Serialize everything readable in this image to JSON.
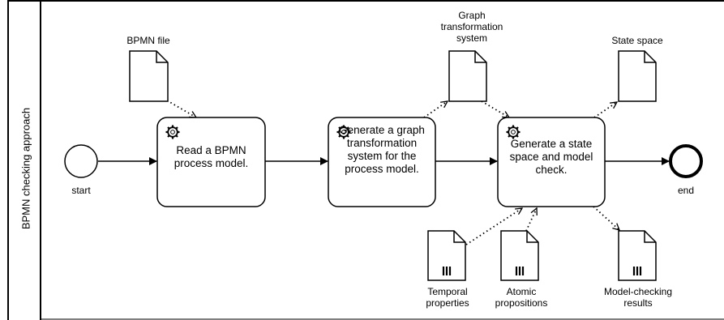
{
  "pool": {
    "title": "BPMN checking approach"
  },
  "events": {
    "start": "start",
    "end": "end"
  },
  "tasks": [
    {
      "label": "Read a BPMN process model."
    },
    {
      "label": "Generate a graph transformation system for the process model."
    },
    {
      "label": "Generate a state space and model check."
    }
  ],
  "data_objects": {
    "bpmn_file": "BPMN file",
    "graph_transformation_system": "Graph transformation system",
    "state_space": "State space",
    "temporal_properties": "Temporal properties",
    "atomic_propositions": "Atomic propositions",
    "model_checking_results": "Model-checking results"
  },
  "colors": {
    "stroke": "#000000",
    "background": "#ffffff"
  },
  "icons": {
    "service_task": "gear-icon",
    "collection_marker": "collection-marker-icon"
  }
}
